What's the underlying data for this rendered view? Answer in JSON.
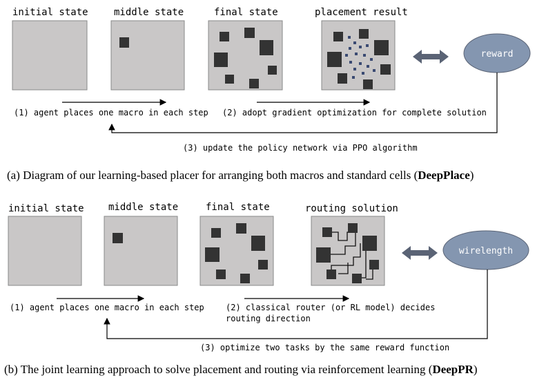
{
  "top": {
    "stage_labels": [
      "initial state",
      "middle state",
      "final state",
      "placement result"
    ],
    "reward_label": "reward",
    "step1": "(1) agent places one macro in each step",
    "step2": "(2) adopt gradient optimization for complete solution",
    "step3": "(3) update the policy network via PPO algorithm",
    "caption_prefix": "(a)  Diagram of our learning-based placer for arranging both macros and standard cells (",
    "caption_bold": "DeepPlace",
    "caption_suffix": ")"
  },
  "bottom": {
    "stage_labels": [
      "initial state",
      "middle state",
      "final state",
      "routing solution"
    ],
    "wirelength_label": "wirelength",
    "step1": "(1) agent places one macro in each step",
    "step2_line1": "(2) classical router (or RL model) decides",
    "step2_line2": "routing direction",
    "step3": "(3) optimize two tasks by the same reward function",
    "caption_prefix": "(b)  The joint learning approach to solve placement and routing via reinforcement learning (",
    "caption_bold": "DeepPR",
    "caption_suffix": ")"
  },
  "colors": {
    "panel_fill": "#c9c7c7",
    "macro_fill": "#333333",
    "ellipse_fill": "#8496b0",
    "double_arrow": "#5a6375"
  }
}
